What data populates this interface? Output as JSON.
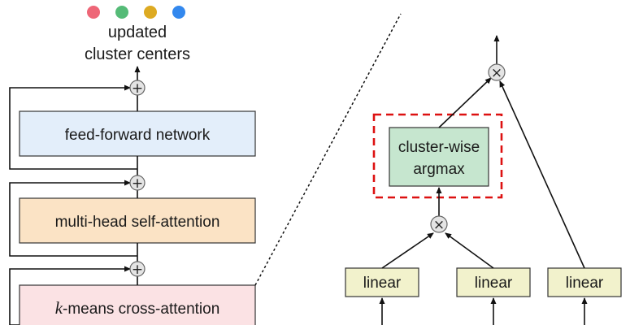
{
  "legend": {
    "dot_colors": [
      "#ee6677",
      "#55bb77",
      "#ddaa22",
      "#3388ee"
    ],
    "caption_line1": "updated",
    "caption_line2": "cluster centers"
  },
  "left_stack": {
    "ffn_label": "feed-forward network",
    "mhsa_label": "multi-head self-attention",
    "kmeans_italic": "k",
    "kmeans_label": "-means cross-attention",
    "colors": {
      "ffn_fill": "#e3eefa",
      "mhsa_fill": "#fbe3c5",
      "kmeans_fill": "#fbe2e4",
      "box_stroke": "#333333"
    }
  },
  "right_detail": {
    "argmax_line1": "cluster-wise",
    "argmax_line2": "argmax",
    "linear_labels": [
      "linear",
      "linear",
      "linear"
    ],
    "colors": {
      "argmax_fill": "#c6e6cf",
      "linear_fill": "#f2f2cc",
      "dashed_border": "#dd1111"
    }
  },
  "operators": {
    "plus_symbol": "+",
    "times_symbol": "×",
    "node_fill": "#e4e4e4"
  }
}
